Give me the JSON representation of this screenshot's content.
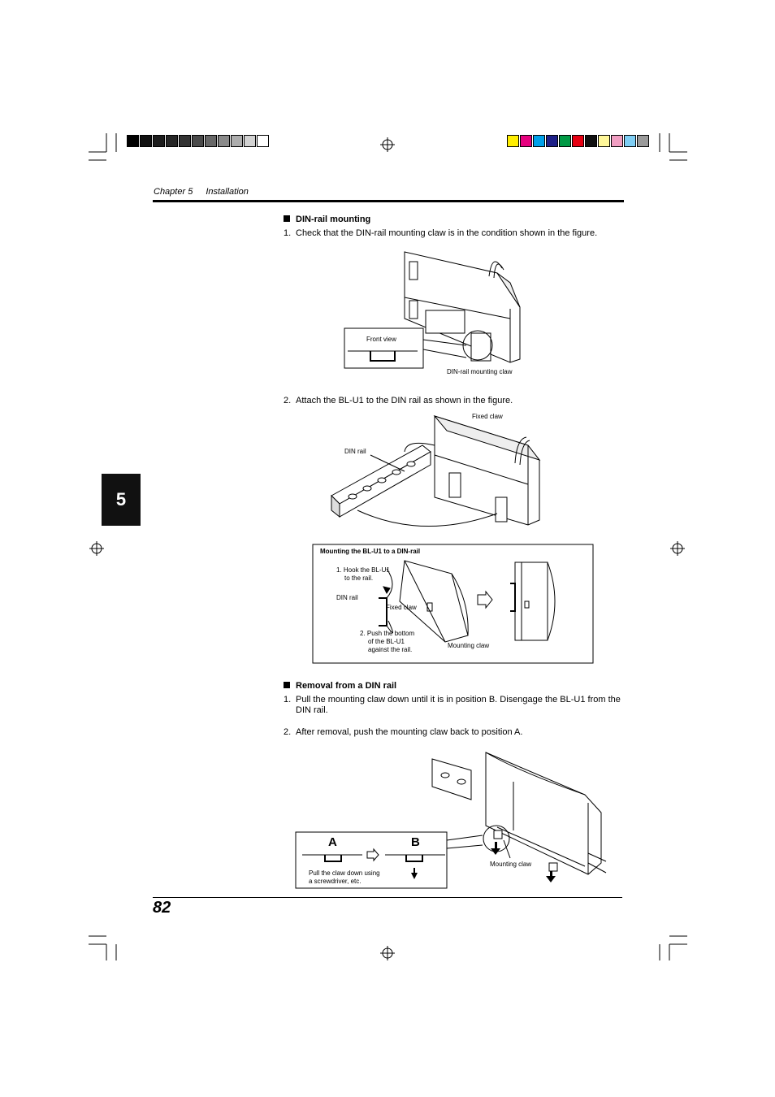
{
  "header": {
    "chapter": "Chapter 5",
    "title": "Installation"
  },
  "chapter_tab": "5",
  "page_number": "82",
  "colors": {
    "gray_swatches": [
      "#000000",
      "#111111",
      "#1c1c1c",
      "#262626",
      "#333333",
      "#4a4a4a",
      "#676767",
      "#8a8a8a",
      "#adadad",
      "#d2d2d2",
      "#ffffff"
    ],
    "color_swatches": [
      "#ffee00",
      "#e6007e",
      "#00a0e9",
      "#1d2088",
      "#009944",
      "#e60012",
      "#111111",
      "#fff799",
      "#f19ec2",
      "#7fcef4",
      "#9a9a9a"
    ]
  },
  "din_mounting": {
    "heading": "DIN-rail mounting",
    "step1_num": "1.",
    "step1": "Check that the DIN-rail mounting claw is in the condition shown in the figure.",
    "fig1_front_view": "Front view",
    "fig1_claw": "DIN-rail mounting claw",
    "step2_num": "2.",
    "step2": "Attach the BL-U1 to the DIN rail as shown in the figure.",
    "fig2_fixed_claw": "Fixed claw",
    "fig2_din_rail": "DIN rail"
  },
  "mounting_box": {
    "title": "Mounting the BL-U1 to a DIN-rail",
    "hook_line1": "1. Hook the BL-U1",
    "hook_line2": "to the rail.",
    "din_rail": "DIN rail",
    "fixed_claw": "Fixed claw",
    "push_line1": "2. Push the bottom",
    "push_line2": "of the BL-U1",
    "push_line3": "against the rail.",
    "mounting_claw": "Mounting claw"
  },
  "removal": {
    "heading": "Removal from a DIN rail",
    "step1_num": "1.",
    "step1": "Pull the mounting claw down until it is in position B. Disengage the BL-U1 from the DIN rail.",
    "step2_num": "2.",
    "step2": "After removal, push the mounting claw back to position A.",
    "label_a": "A",
    "label_b": "B",
    "pull_line1": "Pull the claw down using",
    "pull_line2": "a screwdriver, etc.",
    "mounting_claw": "Mounting claw"
  }
}
